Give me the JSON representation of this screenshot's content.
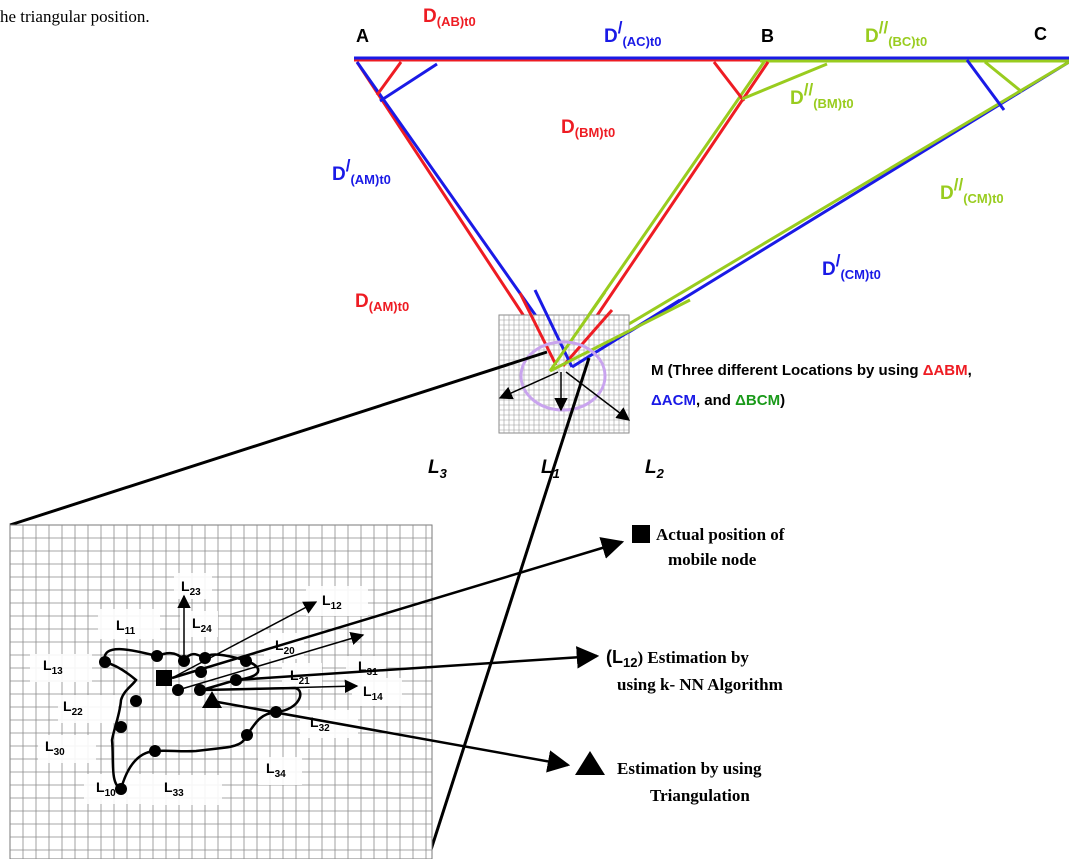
{
  "caption_fragment": "he triangular position.",
  "colors": {
    "red": "#ee1c23",
    "blue": "#1a1ae6",
    "green": "#99cc1f",
    "dark_green": "#1a9a1a",
    "purple": "#c9a4ee",
    "black": "#000000",
    "grid": "#8a8a8a"
  },
  "anchors": {
    "a": "A",
    "b": "B",
    "c": "C"
  },
  "distances": {
    "ab": {
      "main": "D",
      "sub": "(AB)t0"
    },
    "ac": {
      "main": "D",
      "prime": "/",
      "sub": "(AC)t0"
    },
    "bc": {
      "main": "D",
      "prime": "//",
      "sub": "(BC)t0"
    },
    "bm_red": {
      "main": "D",
      "sub": "(BM)t0"
    },
    "bm_green": {
      "main": "D",
      "prime": "//",
      "sub": "(BM)t0"
    },
    "am_blue": {
      "main": "D",
      "prime": "/",
      "sub": "(AM)t0"
    },
    "am_red": {
      "main": "D",
      "sub": "(AM)t0"
    },
    "cm_green": {
      "main": "D",
      "prime": "//",
      "sub": "(CM)t0"
    },
    "cm_blue": {
      "main": "D",
      "prime": "/",
      "sub": "(CM)t0"
    }
  },
  "m_label": {
    "line1_prefix": "M (Three different Locations by using ",
    "abm": "ΔABM",
    "comma1": ",",
    "acm": "ΔACM",
    "and_text": ", and ",
    "bcm": "ΔBCM",
    "close": ")"
  },
  "locations": {
    "l1": {
      "main": "L",
      "sub": "1"
    },
    "l2": {
      "main": "L",
      "sub": "2"
    },
    "l3": {
      "main": "L",
      "sub": "3"
    }
  },
  "grid_labels": {
    "l23": {
      "main": "L",
      "sub": "23"
    },
    "l11": {
      "main": "L",
      "sub": "11"
    },
    "l24": {
      "main": "L",
      "sub": "24"
    },
    "l12": {
      "main": "L",
      "sub": "12"
    },
    "l20": {
      "main": "L",
      "sub": "20"
    },
    "l31": {
      "main": "L",
      "sub": "31"
    },
    "l13": {
      "main": "L",
      "sub": "13"
    },
    "l21": {
      "main": "L",
      "sub": "21"
    },
    "l14": {
      "main": "L",
      "sub": "14"
    },
    "l22": {
      "main": "L",
      "sub": "22"
    },
    "l32": {
      "main": "L",
      "sub": "32"
    },
    "l30": {
      "main": "L",
      "sub": "30"
    },
    "l34": {
      "main": "L",
      "sub": "34"
    },
    "l10": {
      "main": "L",
      "sub": "10"
    },
    "l33": {
      "main": "L",
      "sub": "33"
    }
  },
  "legend": {
    "actual_line1": "Actual position of",
    "actual_line2": "mobile node",
    "knn_line1_open": "(L",
    "knn_line1_sub": "12",
    "knn_line1_rest": ") Estimation by",
    "knn_line2": "using k- NN Algorithm",
    "tri_line1": "Estimation by using",
    "tri_line2": "Triangulation"
  }
}
